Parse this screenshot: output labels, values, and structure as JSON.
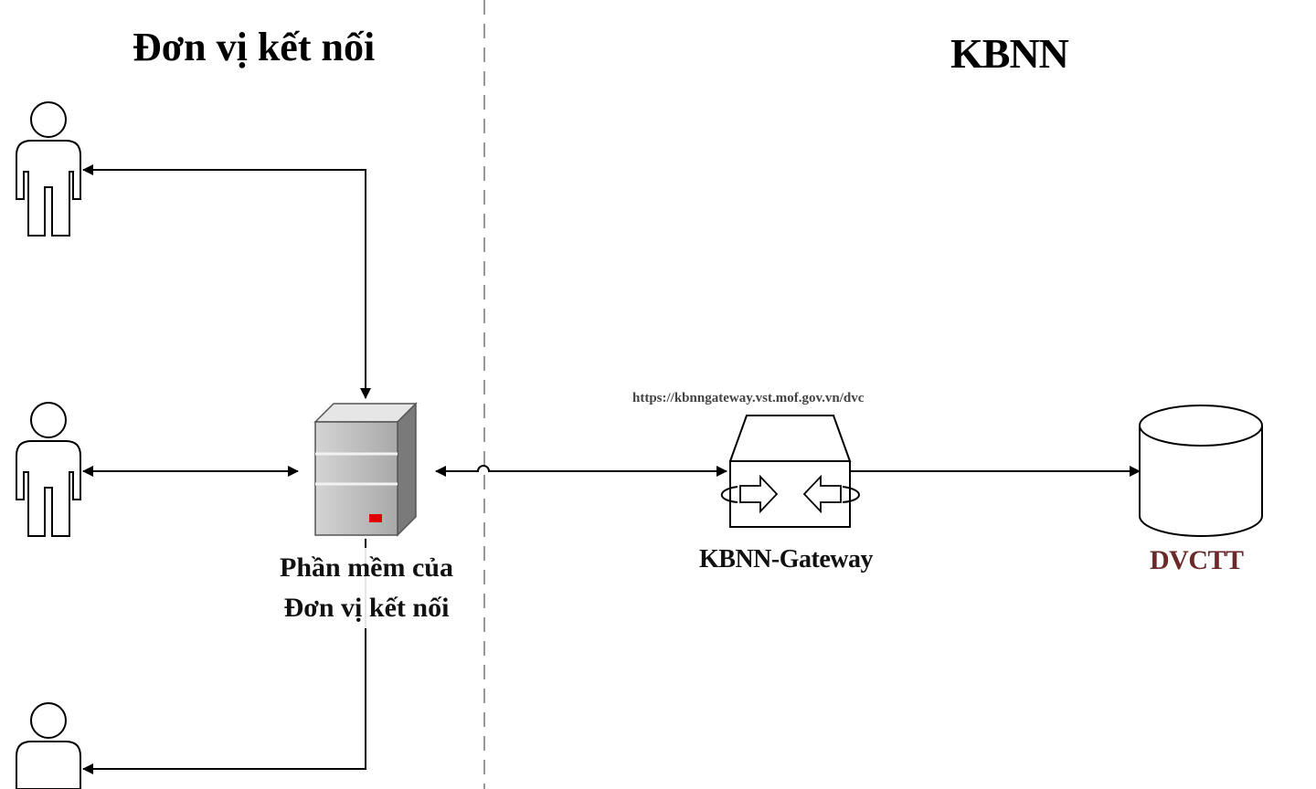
{
  "zones": {
    "left_title": "Đơn vị kết nối",
    "right_title": "KBNN"
  },
  "nodes": {
    "software_line1": "Phần mềm của",
    "software_line2": "Đơn vị kết nối",
    "gateway_label": "KBNN-Gateway",
    "gateway_url": "https://kbnngateway.vst.mof.gov.vn/dvc",
    "database_label": "DVCTT"
  },
  "colors": {
    "line": "#000000",
    "divider": "#9a9a9a",
    "server_body": "#b9b9b9",
    "server_indicator": "#e00000",
    "database_label": "#6b2a2a"
  }
}
